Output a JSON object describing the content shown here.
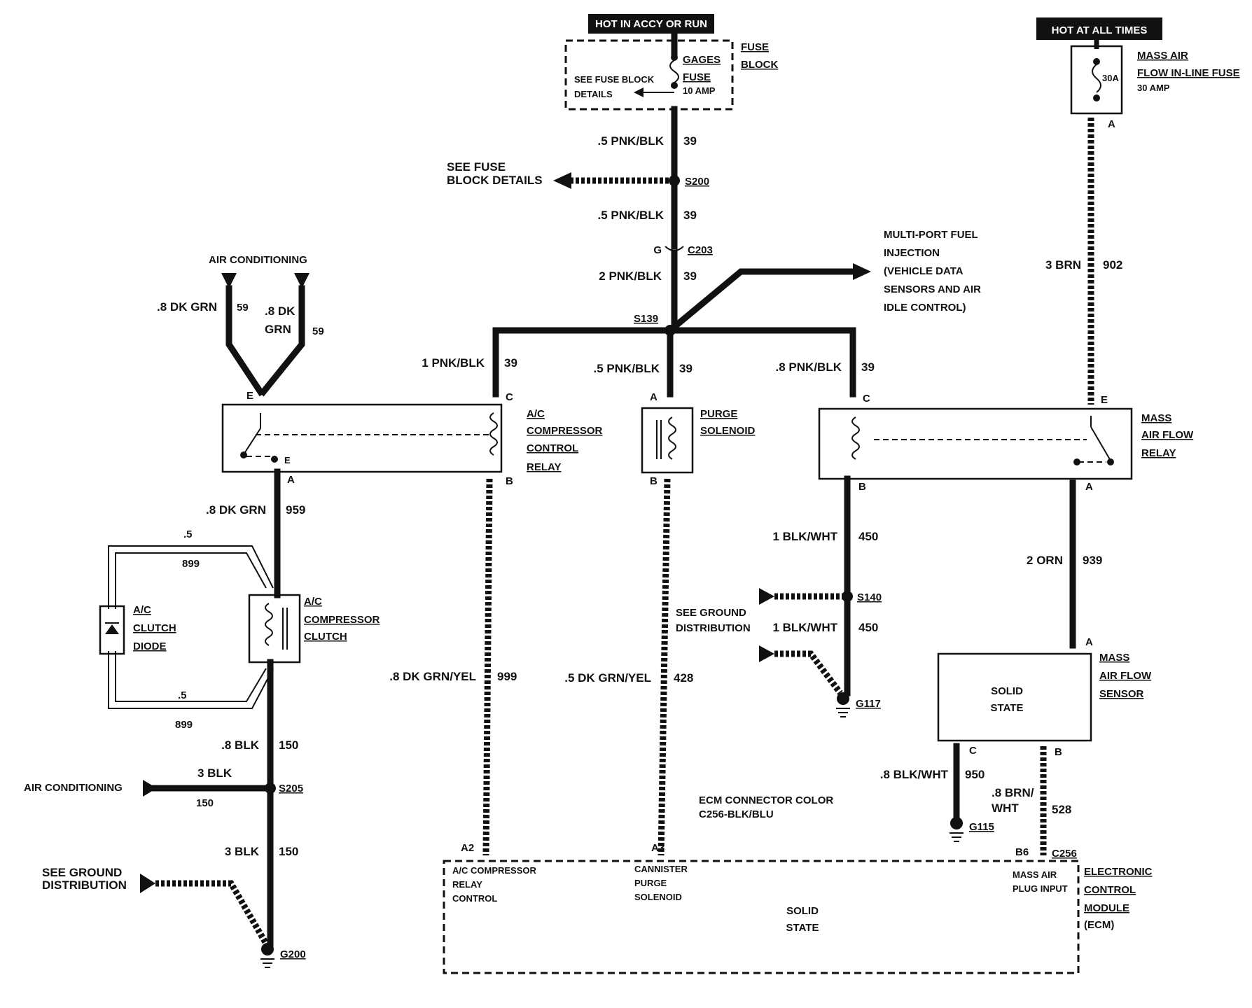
{
  "headers": {
    "hot_accy_run": "HOT IN ACCY OR RUN",
    "hot_all_times": "HOT AT ALL TIMES"
  },
  "fuse_block": {
    "title1": "FUSE",
    "title2": "BLOCK",
    "gages": "GAGES",
    "fuse": "FUSE",
    "amp": "10 AMP",
    "see1": "SEE FUSE BLOCK",
    "see2": "DETAILS"
  },
  "maf_fuse": {
    "l1": "MASS AIR",
    "l2": "FLOW IN-LINE FUSE",
    "amp": "30 AMP",
    "rating": "30A",
    "pin": "A"
  },
  "wires": {
    "w39a": ".5 PNK/BLK",
    "w39b": ".5 PNK/BLK",
    "w39c": "2 PNK/BLK",
    "w39d": "1 PNK/BLK",
    "w39e": ".5 PNK/BLK",
    "w39f": ".8 PNK/BLK",
    "n39": "39",
    "w902": "3 BRN",
    "n902": "902",
    "w59a": ".8 DK GRN",
    "w59b1": ".8 DK",
    "w59b2": "GRN",
    "n59": "59",
    "w959": ".8 DK GRN",
    "n959": "959",
    "w899": ".5",
    "n899": "899",
    "w150a": ".8 BLK",
    "w150b": "3 BLK",
    "w150c": "3 BLK",
    "n150": "150",
    "w999": ".8 DK GRN/YEL",
    "n999": "999",
    "w428": ".5 DK GRN/YEL",
    "n428": "428",
    "w450": "1 BLK/WHT",
    "n450": "450",
    "w939": "2 ORN",
    "n939": "939",
    "w950": ".8 BLK/WHT",
    "n950": "950",
    "w528a": ".8 BRN/",
    "w528b": "WHT",
    "n528": "528"
  },
  "splices": {
    "s200": "S200",
    "c203": "C203",
    "c203_pin": "G",
    "s139": "S139",
    "s140": "S140",
    "s205": "S205",
    "g117": "G117",
    "g115": "G115",
    "g200": "G200",
    "c256": "C256"
  },
  "refs": {
    "see_fuse1": "SEE FUSE",
    "see_fuse2": "BLOCK DETAILS",
    "mpfi1": "MULTI-PORT FUEL",
    "mpfi2": "INJECTION",
    "mpfi3": "(VEHICLE DATA",
    "mpfi4": "SENSORS AND AIR",
    "mpfi5": "IDLE CONTROL)",
    "ac_top": "AIR CONDITIONING",
    "ac_left": "AIR CONDITIONING",
    "see_gnd1": "SEE GROUND",
    "see_gnd2": "DISTRIBUTION",
    "see_gnd3": "SEE GROUND",
    "see_gnd4": "DISTRIBUTION"
  },
  "components": {
    "ac_relay": [
      "A/C",
      "COMPRESSOR",
      "CONTROL",
      "RELAY"
    ],
    "purge": [
      "PURGE",
      "SOLENOID"
    ],
    "maf_relay": [
      "MASS",
      "AIR FLOW",
      "RELAY"
    ],
    "ac_clutch": [
      "A/C",
      "COMPRESSOR",
      "CLUTCH"
    ],
    "diode": [
      "A/C",
      "CLUTCH",
      "DIODE"
    ],
    "maf_sensor": [
      "MASS",
      "AIR FLOW",
      "SENSOR"
    ],
    "solid_state": [
      "SOLID",
      "STATE"
    ],
    "ecm": [
      "ELECTRONIC",
      "CONTROL",
      "MODULE",
      "(ECM)"
    ]
  },
  "pins": {
    "E": "E",
    "C": "C",
    "A": "A",
    "B": "B",
    "A2": "A2",
    "A3": "A3",
    "B6": "B6"
  },
  "ecm": {
    "color1": "ECM CONNECTOR COLOR",
    "color2": "C256-BLK/BLU",
    "ac1": "A/C COMPRESSOR",
    "ac2": "RELAY",
    "ac3": "CONTROL",
    "can1": "CANNISTER",
    "can2": "PURGE",
    "can3": "SOLENOID",
    "maf1": "MASS AIR",
    "maf2": "PLUG INPUT"
  }
}
